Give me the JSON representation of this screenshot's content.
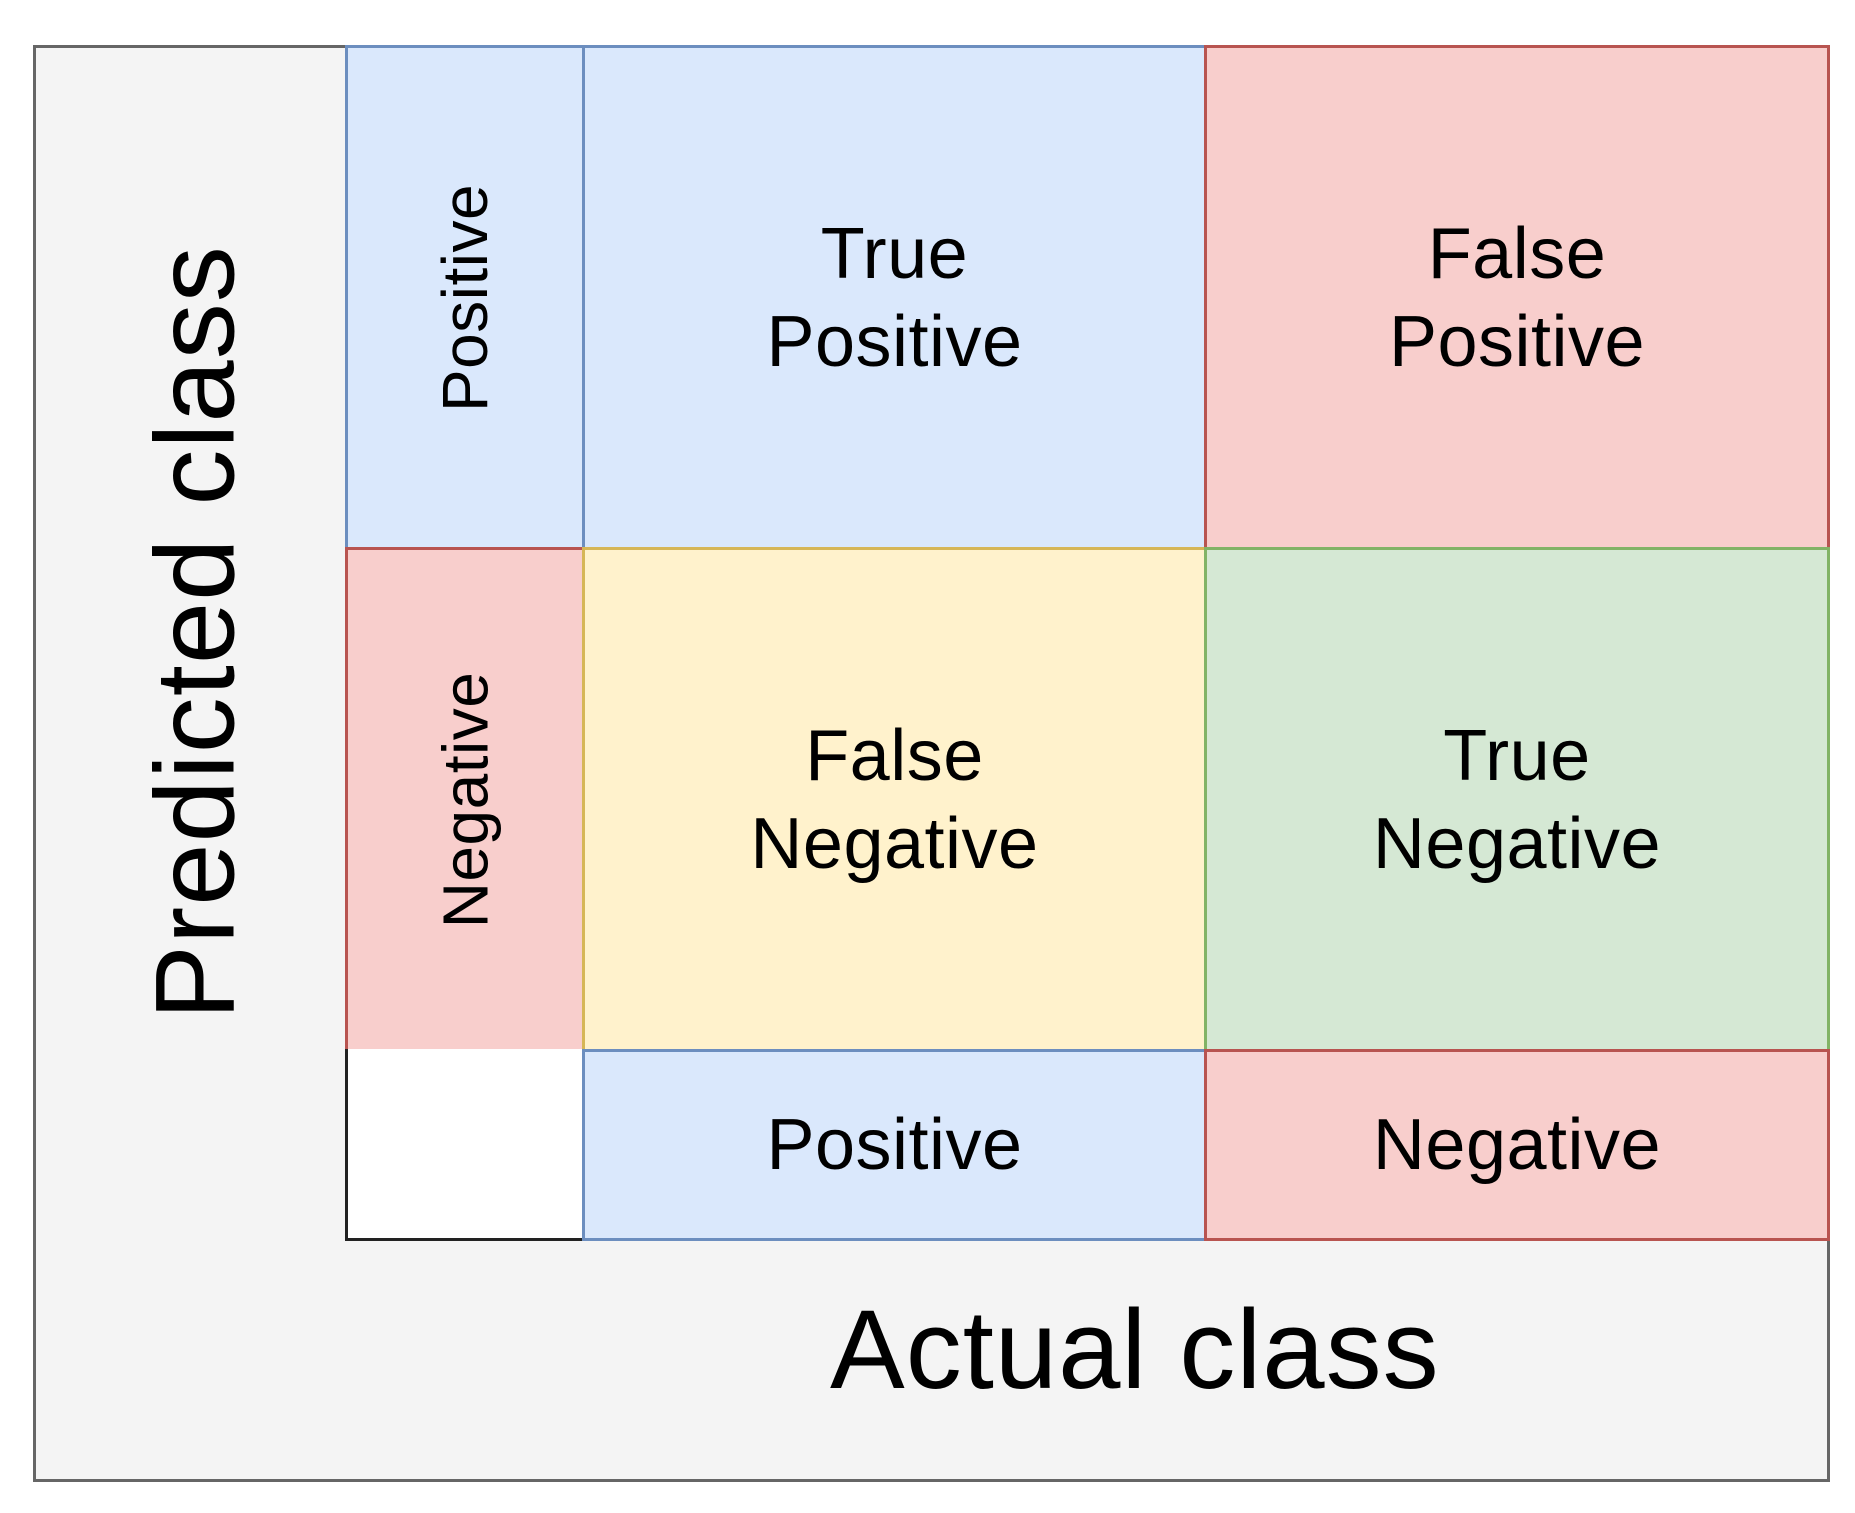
{
  "axes": {
    "predicted": "Predicted class",
    "actual": "Actual class"
  },
  "row_headers": {
    "positive": "Positive",
    "negative": "Negative"
  },
  "col_headers": {
    "positive": "Positive",
    "negative": "Negative"
  },
  "cells": {
    "tp": "True\nPositive",
    "fp": "False\nPositive",
    "fn": "False\nNegative",
    "tn": "True\nNegative"
  },
  "colors": {
    "blue_fill": "#dae8fc",
    "blue_border": "#6c8ebf",
    "red_fill": "#f8cecc",
    "red_border": "#b85450",
    "yellow_fill": "#fff2cc",
    "yellow_border": "#d6b656",
    "green_fill": "#d5e8d4",
    "green_border": "#82b366",
    "frame_fill": "#f4f4f4"
  }
}
